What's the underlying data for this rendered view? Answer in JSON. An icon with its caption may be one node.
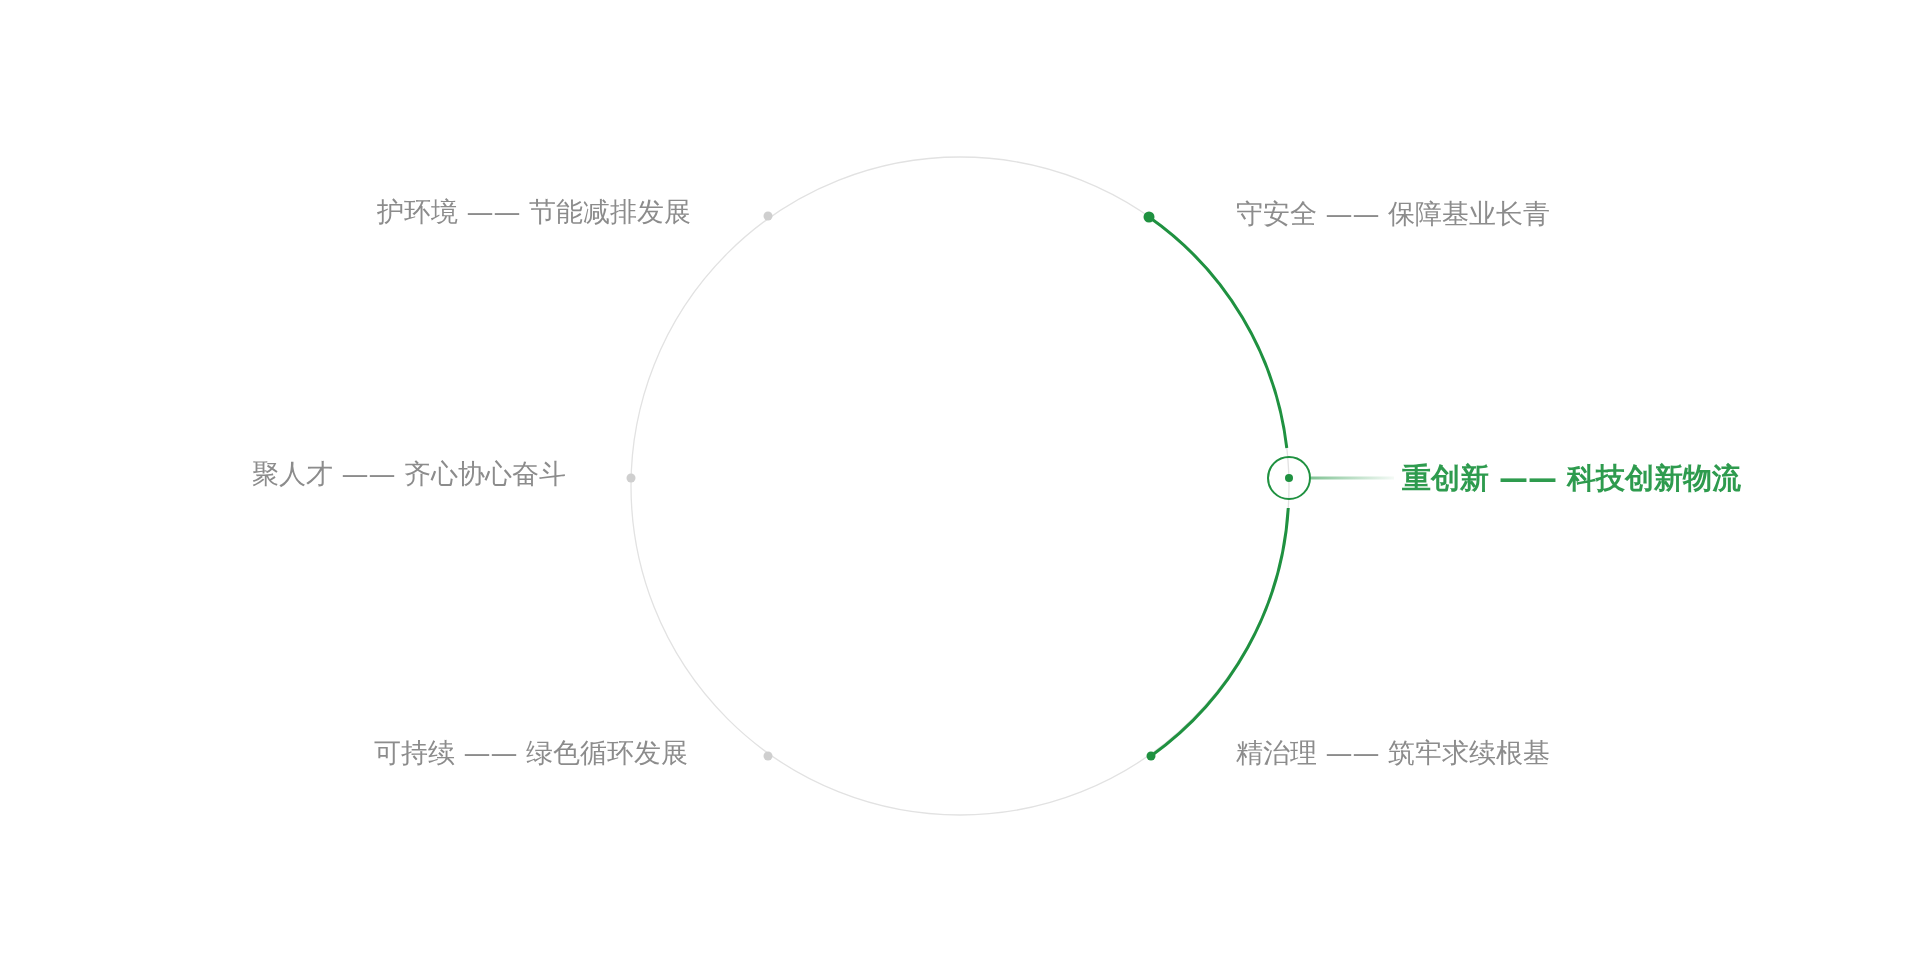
{
  "diagram": {
    "nodes": [
      {
        "text": [],
        "shape": "circle"
      },
      {
        "text": [
          "重创新 —— 科技创新物流"
        ]
      }
    ],
    "edges": [
      {
        "from": 0,
        "to": 1,
        "arrow": "none"
      }
    ],
    "labels": [
      "护环境 —— 节能减排发展",
      "守安全 —— 保障基业长青",
      "聚人才 —— 齐心协心奋斗",
      "可持续 —— 绿色循环发展",
      "精治理 —— 筑牢求续根基"
    ]
  }
}
